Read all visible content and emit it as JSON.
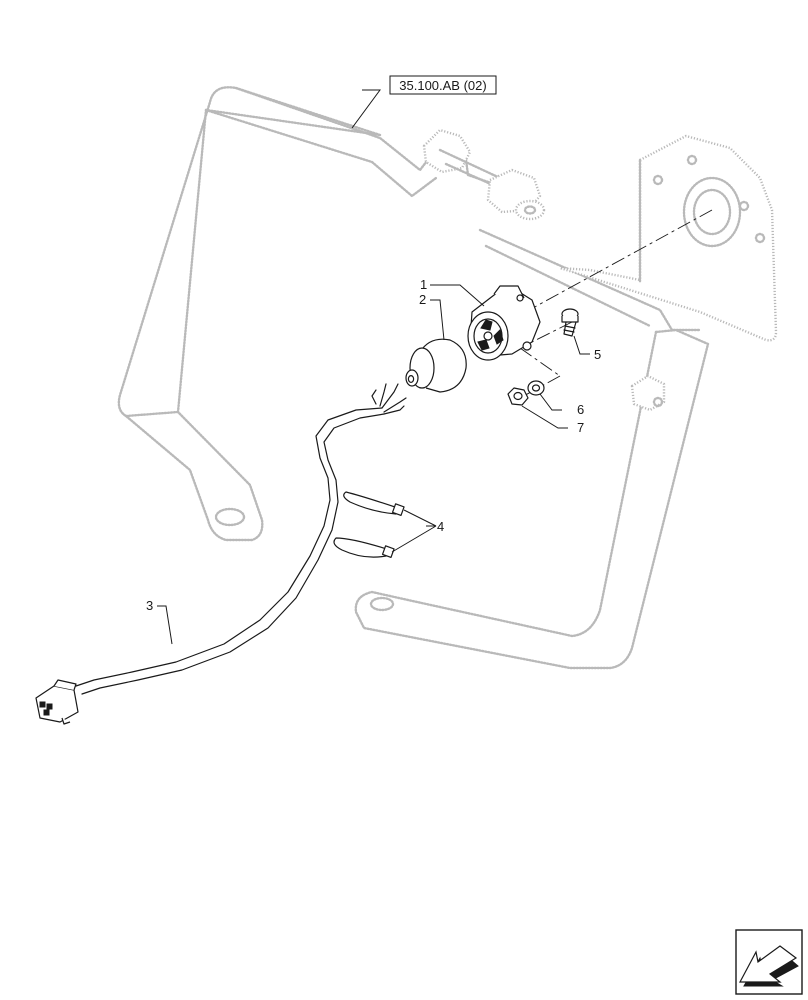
{
  "reference_label": "35.100.AB (02)",
  "callouts": {
    "c1": "1",
    "c2": "2",
    "c3": "3",
    "c4": "4",
    "c5": "5",
    "c6": "6",
    "c7": "7"
  },
  "nav_icon": "arrow-left-down-icon"
}
